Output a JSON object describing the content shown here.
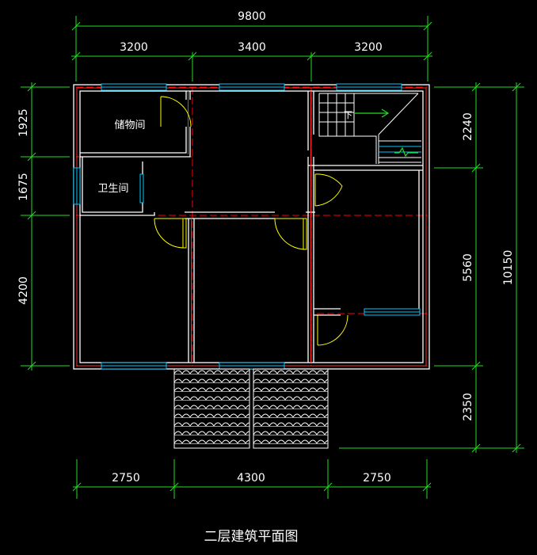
{
  "colors": {
    "background": "#000000",
    "wall": "#ffffff",
    "wall_hatch": "#ff2a2a",
    "dimension_line": "#22dd22",
    "axis_line": "#ff0000",
    "window": "#00c8ff",
    "door_swing": "#ffff00",
    "text": "#ffffff"
  },
  "dimensions": {
    "top_total": "9800",
    "top_segments": [
      "3200",
      "3400",
      "3200"
    ],
    "bottom_segments": [
      "2750",
      "4300",
      "2750"
    ],
    "left_segments": [
      "1925",
      "1675",
      "4200"
    ],
    "right_segments": [
      "2240",
      "5560",
      "2350"
    ],
    "right_total": "10150"
  },
  "rooms": {
    "storage": "储物间",
    "bathroom": "卫生间"
  },
  "stair_marker": "下",
  "title": "二层建筑平面图"
}
